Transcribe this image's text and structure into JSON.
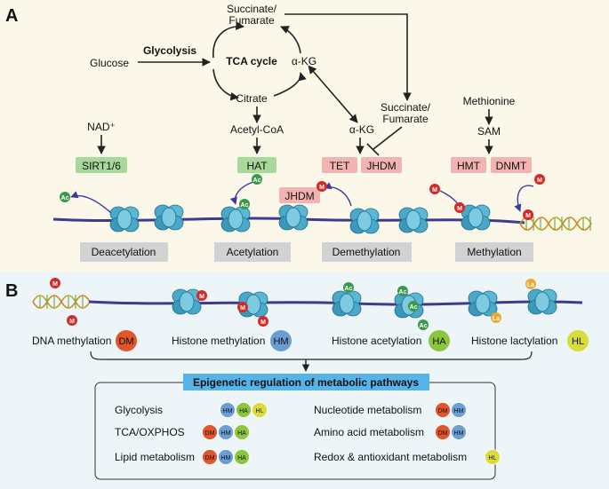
{
  "panel_a": {
    "letter": "A",
    "glucose": "Glucose",
    "glycolysis": "Glycolysis",
    "tca_cycle": "TCA cycle",
    "succ_top": [
      "Succinate/",
      "Fumarate"
    ],
    "akg_cycle": "α-KG",
    "citrate": "Citrate",
    "acetyl_coa": "Acetyl-CoA",
    "nad": "NAD⁺",
    "akg_right": "α-KG",
    "succ_mid": [
      "Succinate/",
      "Fumarate"
    ],
    "methionine": "Methionine",
    "sam": "SAM",
    "enzymes": {
      "sirt": "SIRT1/6",
      "hat": "HAT",
      "tet": "TET",
      "jhdm_top": "JHDM",
      "hmt": "HMT",
      "dnmt": "DNMT",
      "jhdm_chromatin": "JHDM"
    },
    "process_labels": [
      "Deacetylation",
      "Acetylation",
      "Demethylation",
      "Methylation"
    ]
  },
  "panel_b": {
    "letter": "B",
    "mark_labels": [
      {
        "text": "DNA methylation",
        "badge": "DM"
      },
      {
        "text": "Histone methylation",
        "badge": "HM"
      },
      {
        "text": "Histone acetylation",
        "badge": "HA"
      },
      {
        "text": "Histone lactylation",
        "badge": "HL"
      }
    ],
    "box_title": "Epigenetic regulation of metabolic pathways",
    "pathways_left": [
      {
        "name": "Glycolysis",
        "marks": [
          "HM",
          "HA",
          "HL"
        ]
      },
      {
        "name": "TCA/OXPHOS",
        "marks": [
          "DM",
          "HM",
          "HA"
        ]
      },
      {
        "name": "Lipid metabolism",
        "marks": [
          "DM",
          "HM",
          "HA"
        ]
      }
    ],
    "pathways_right": [
      {
        "name": "Nucleotide metabolism",
        "marks": [
          "DM",
          "HM"
        ]
      },
      {
        "name": "Amino acid metabolism",
        "marks": [
          "DM",
          "HM"
        ]
      },
      {
        "name": "Redox & antioxidant metabolism",
        "marks": [
          "HL"
        ]
      }
    ]
  },
  "mod_badges": {
    "methyl": "M",
    "acetyl": "Ac",
    "lactyl": "La"
  },
  "colors": {
    "panel_a_bg": "#fbf7e9",
    "panel_b_bg": "#edf5f8",
    "dm": "#e0562a",
    "hm": "#6b9fd4",
    "ha": "#8cc63f",
    "hl": "#d9dc3a",
    "methyl_badge": "#d42a2a",
    "acetyl_badge": "#3a9a4a",
    "lactyl_badge": "#f0a830",
    "green_enzyme": "#a7d99a",
    "pink_enzyme": "#f3b3b3",
    "gray_label": "#d2d2d2",
    "title_bar": "#57b4ea",
    "dna_line": "#3c3c8c",
    "nucleosome": "#5bb8d4",
    "arrow_purple": "#3a3a9a"
  }
}
